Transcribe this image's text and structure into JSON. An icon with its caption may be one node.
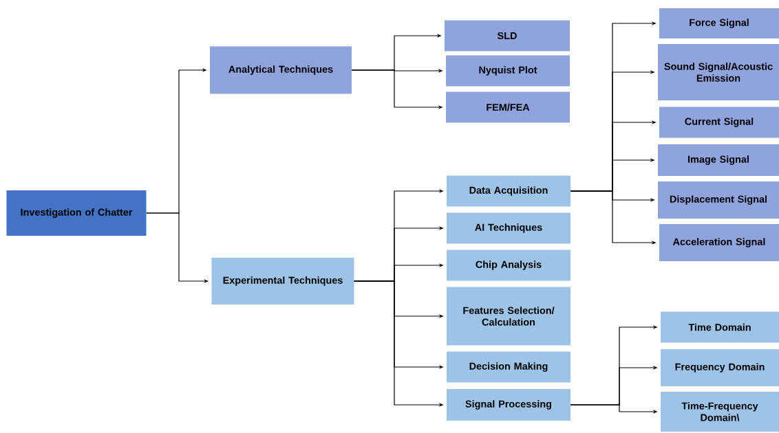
{
  "diagram": {
    "nodes": [
      {
        "text": [
          "Investigation of Chatter"
        ]
      },
      {
        "text": [
          "Analytical Techniques"
        ]
      },
      {
        "text": [
          "Experimental Techniques"
        ]
      },
      {
        "text": [
          "SLD"
        ]
      },
      {
        "text": [
          "Nyquist Plot"
        ]
      },
      {
        "text": [
          "FEM/FEA"
        ]
      },
      {
        "text": [
          "Data Acquisition"
        ]
      },
      {
        "text": [
          "AI Techniques"
        ]
      },
      {
        "text": [
          "Chip Analysis"
        ]
      },
      {
        "text": [
          "Features Selection/ Calculation"
        ]
      },
      {
        "text": [
          "Decision Making"
        ]
      },
      {
        "text": [
          "Signal Processing"
        ]
      },
      {
        "text": [
          "Force Signal"
        ]
      },
      {
        "text": [
          "Sound Signal/Acoustic Emission"
        ]
      },
      {
        "text": [
          "Current Signal"
        ]
      },
      {
        "text": [
          "Image Signal"
        ]
      },
      {
        "text": [
          "Displacement Signal"
        ]
      },
      {
        "text": [
          "Acceleration Signal"
        ]
      },
      {
        "text": [
          "Time Domain"
        ]
      },
      {
        "text": [
          "Frequency Domain"
        ]
      },
      {
        "text": [
          "Time-Frequency Domain\\"
        ]
      }
    ],
    "edges": [
      {
        "from": 0,
        "to": 1,
        "arrow": "to"
      },
      {
        "from": 0,
        "to": 2,
        "arrow": "to"
      },
      {
        "from": 1,
        "to": 3,
        "arrow": "to"
      },
      {
        "from": 1,
        "to": 4,
        "arrow": "to"
      },
      {
        "from": 1,
        "to": 5,
        "arrow": "to"
      },
      {
        "from": 2,
        "to": 6,
        "arrow": "to"
      },
      {
        "from": 2,
        "to": 7,
        "arrow": "to"
      },
      {
        "from": 2,
        "to": 8,
        "arrow": "to"
      },
      {
        "from": 2,
        "to": 9,
        "arrow": "to"
      },
      {
        "from": 2,
        "to": 10,
        "arrow": "to"
      },
      {
        "from": 2,
        "to": 11,
        "arrow": "to"
      },
      {
        "from": 6,
        "to": 12,
        "arrow": "to"
      },
      {
        "from": 6,
        "to": 13,
        "arrow": "to"
      },
      {
        "from": 6,
        "to": 14,
        "arrow": "to"
      },
      {
        "from": 6,
        "to": 15,
        "arrow": "to"
      },
      {
        "from": 6,
        "to": 16,
        "arrow": "to"
      },
      {
        "from": 6,
        "to": 17,
        "arrow": "to"
      },
      {
        "from": 11,
        "to": 18,
        "arrow": "to"
      },
      {
        "from": 11,
        "to": 19,
        "arrow": "to"
      },
      {
        "from": 11,
        "to": 20,
        "arrow": "to"
      }
    ]
  }
}
